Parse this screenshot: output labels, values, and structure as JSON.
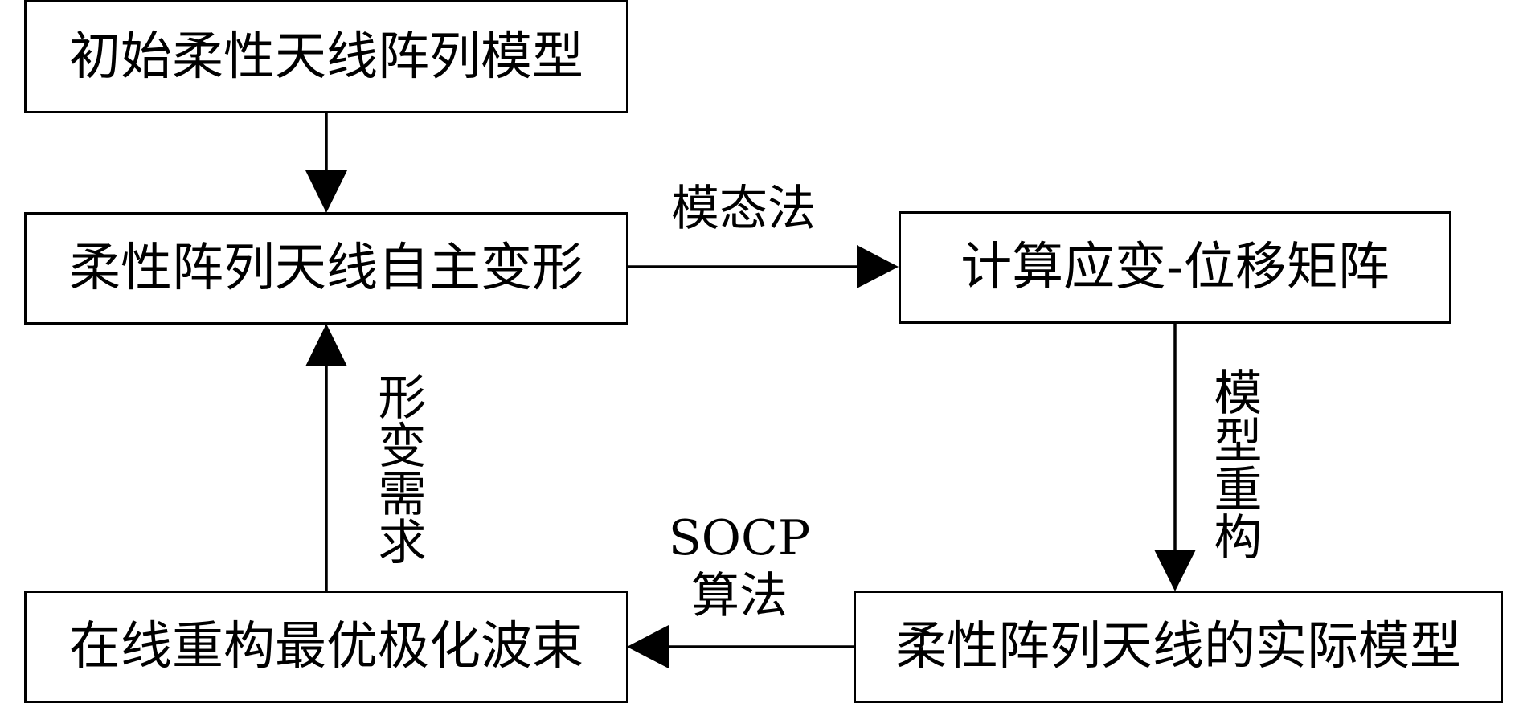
{
  "nodes": {
    "initial_model": "初始柔性天线阵列模型",
    "autonomous_deformation": "柔性阵列天线自主变形",
    "strain_matrix": "计算应变-位移矩阵",
    "actual_model": "柔性阵列天线的实际模型",
    "optimal_beam": "在线重构最优极化波束"
  },
  "edges": {
    "modal_method": "模态法",
    "model_reconstruction": "模型重构",
    "socp_line1": "SOCP",
    "socp_line2": "算法",
    "deformation_demand": "形变需求"
  }
}
